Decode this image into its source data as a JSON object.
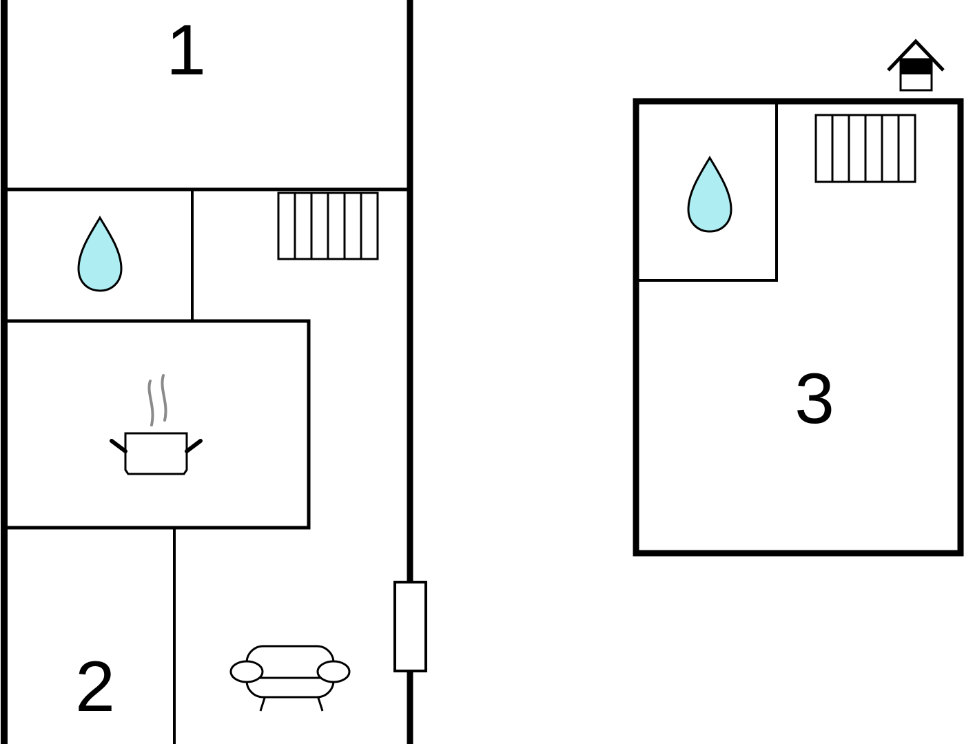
{
  "rooms": [
    {
      "number": "1"
    },
    {
      "number": "2"
    },
    {
      "number": "3"
    }
  ],
  "icons": {
    "bathroom": "water-drop-icon",
    "stairs": "staircase-icon",
    "kitchen": "cooking-pot-icon",
    "living_room": "armchair-icon",
    "annex": "house-icon"
  },
  "colors": {
    "walls": "#000000",
    "water_drop": "#aeeef3",
    "steam": "#8a8a8a",
    "background": "#ffffff"
  }
}
